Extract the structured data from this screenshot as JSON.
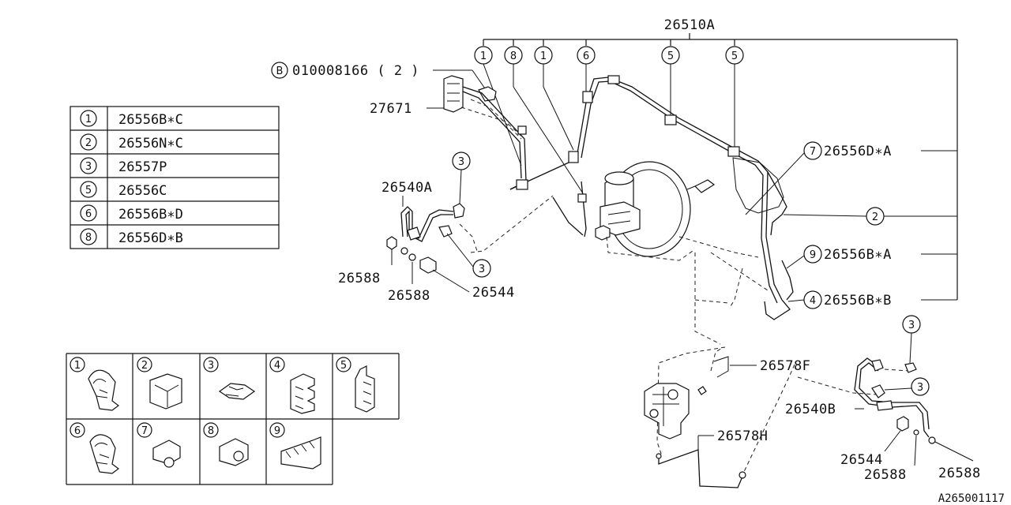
{
  "labels": {
    "main_pipe": "26510A",
    "bolt_code": "010008166 ( 2   )",
    "bolt_marker": "B",
    "connector": "27671",
    "hose_a": "26540A",
    "hose_b": "26540B",
    "washer_1": "26588",
    "washer_2": "26588",
    "washer_3": "26588",
    "washer_4": "26588",
    "bolt_1": "26544",
    "bolt_2": "26544",
    "pipe_f": "26578F",
    "pipe_h": "26578H",
    "ref_7": "26556D∗A",
    "ref_9": "26556B∗A",
    "ref_4": "26556B∗B",
    "diagram_code": "A265001117"
  },
  "callouts": {
    "top": [
      "1",
      "8",
      "1",
      "6",
      "5",
      "5"
    ],
    "right_7": "7",
    "right_2": "2",
    "right_9": "9",
    "right_4": "4",
    "clip_3a": "3",
    "clip_3b": "3",
    "clip_3c": "3",
    "clip_3d": "3"
  },
  "legend_table": [
    {
      "num": "1",
      "part": "26556B∗C"
    },
    {
      "num": "2",
      "part": "26556N∗C"
    },
    {
      "num": "3",
      "part": "26557P"
    },
    {
      "num": "5",
      "part": "26556C"
    },
    {
      "num": "6",
      "part": "26556B∗D"
    },
    {
      "num": "8",
      "part": "26556D∗B"
    }
  ],
  "clip_grid": [
    "1",
    "2",
    "3",
    "4",
    "5",
    "6",
    "7",
    "8",
    "9"
  ]
}
